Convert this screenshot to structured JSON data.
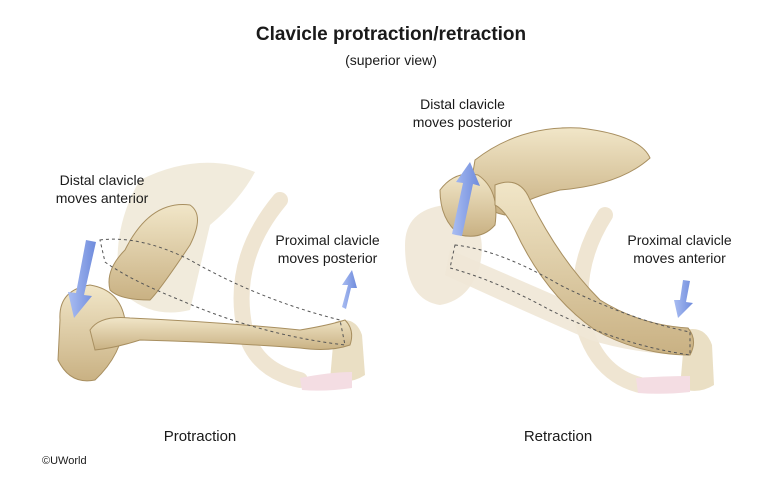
{
  "title": "Clavicle protraction/retraction",
  "subtitle": "(superior view)",
  "panels": [
    {
      "caption": "Protraction",
      "distal_label": [
        "Distal clavicle",
        "moves anterior"
      ],
      "proximal_label": [
        "Proximal clavicle",
        "moves posterior"
      ]
    },
    {
      "caption": "Retraction",
      "distal_label": [
        "Distal clavicle",
        "moves posterior"
      ],
      "proximal_label": [
        "Proximal clavicle",
        "moves anterior"
      ]
    }
  ],
  "copyright": "©UWorld",
  "colors": {
    "bone": "#e6d7b4",
    "bone_shadow": "#c4ab7c",
    "ghost_bone": "#efe7d6",
    "arrow": "#8aa2e6",
    "cartilage": "#f4dde3"
  }
}
